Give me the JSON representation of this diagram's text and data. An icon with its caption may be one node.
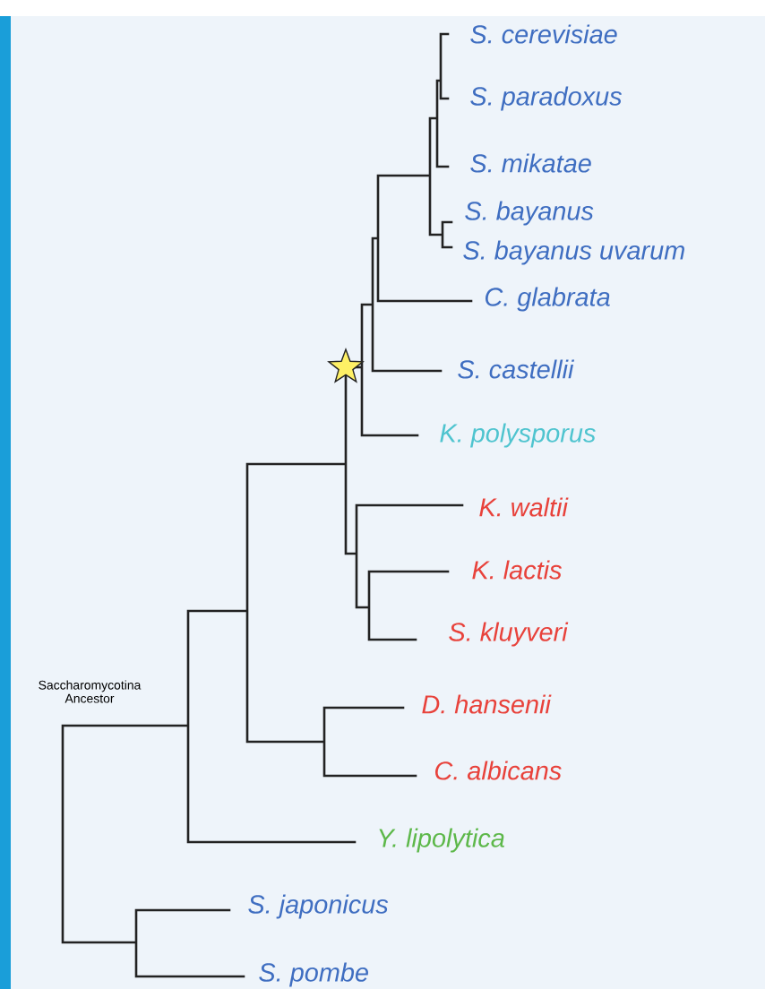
{
  "diagram": {
    "labels": [
      "S. cerevisiae",
      "S. paradoxus",
      "S. mikatae",
      "S. bayanus",
      "S. bayanus uvarum",
      "C. glabrata",
      "S. castellii",
      "K. polysporus",
      "K. waltii",
      "K. lactis",
      "S. kluyveri",
      "D. hansenii",
      "C. albicans",
      "Y. lipolytica",
      "S. japonicus",
      "S. pombe",
      "Saccharomycotina Ancestor"
    ]
  }
}
